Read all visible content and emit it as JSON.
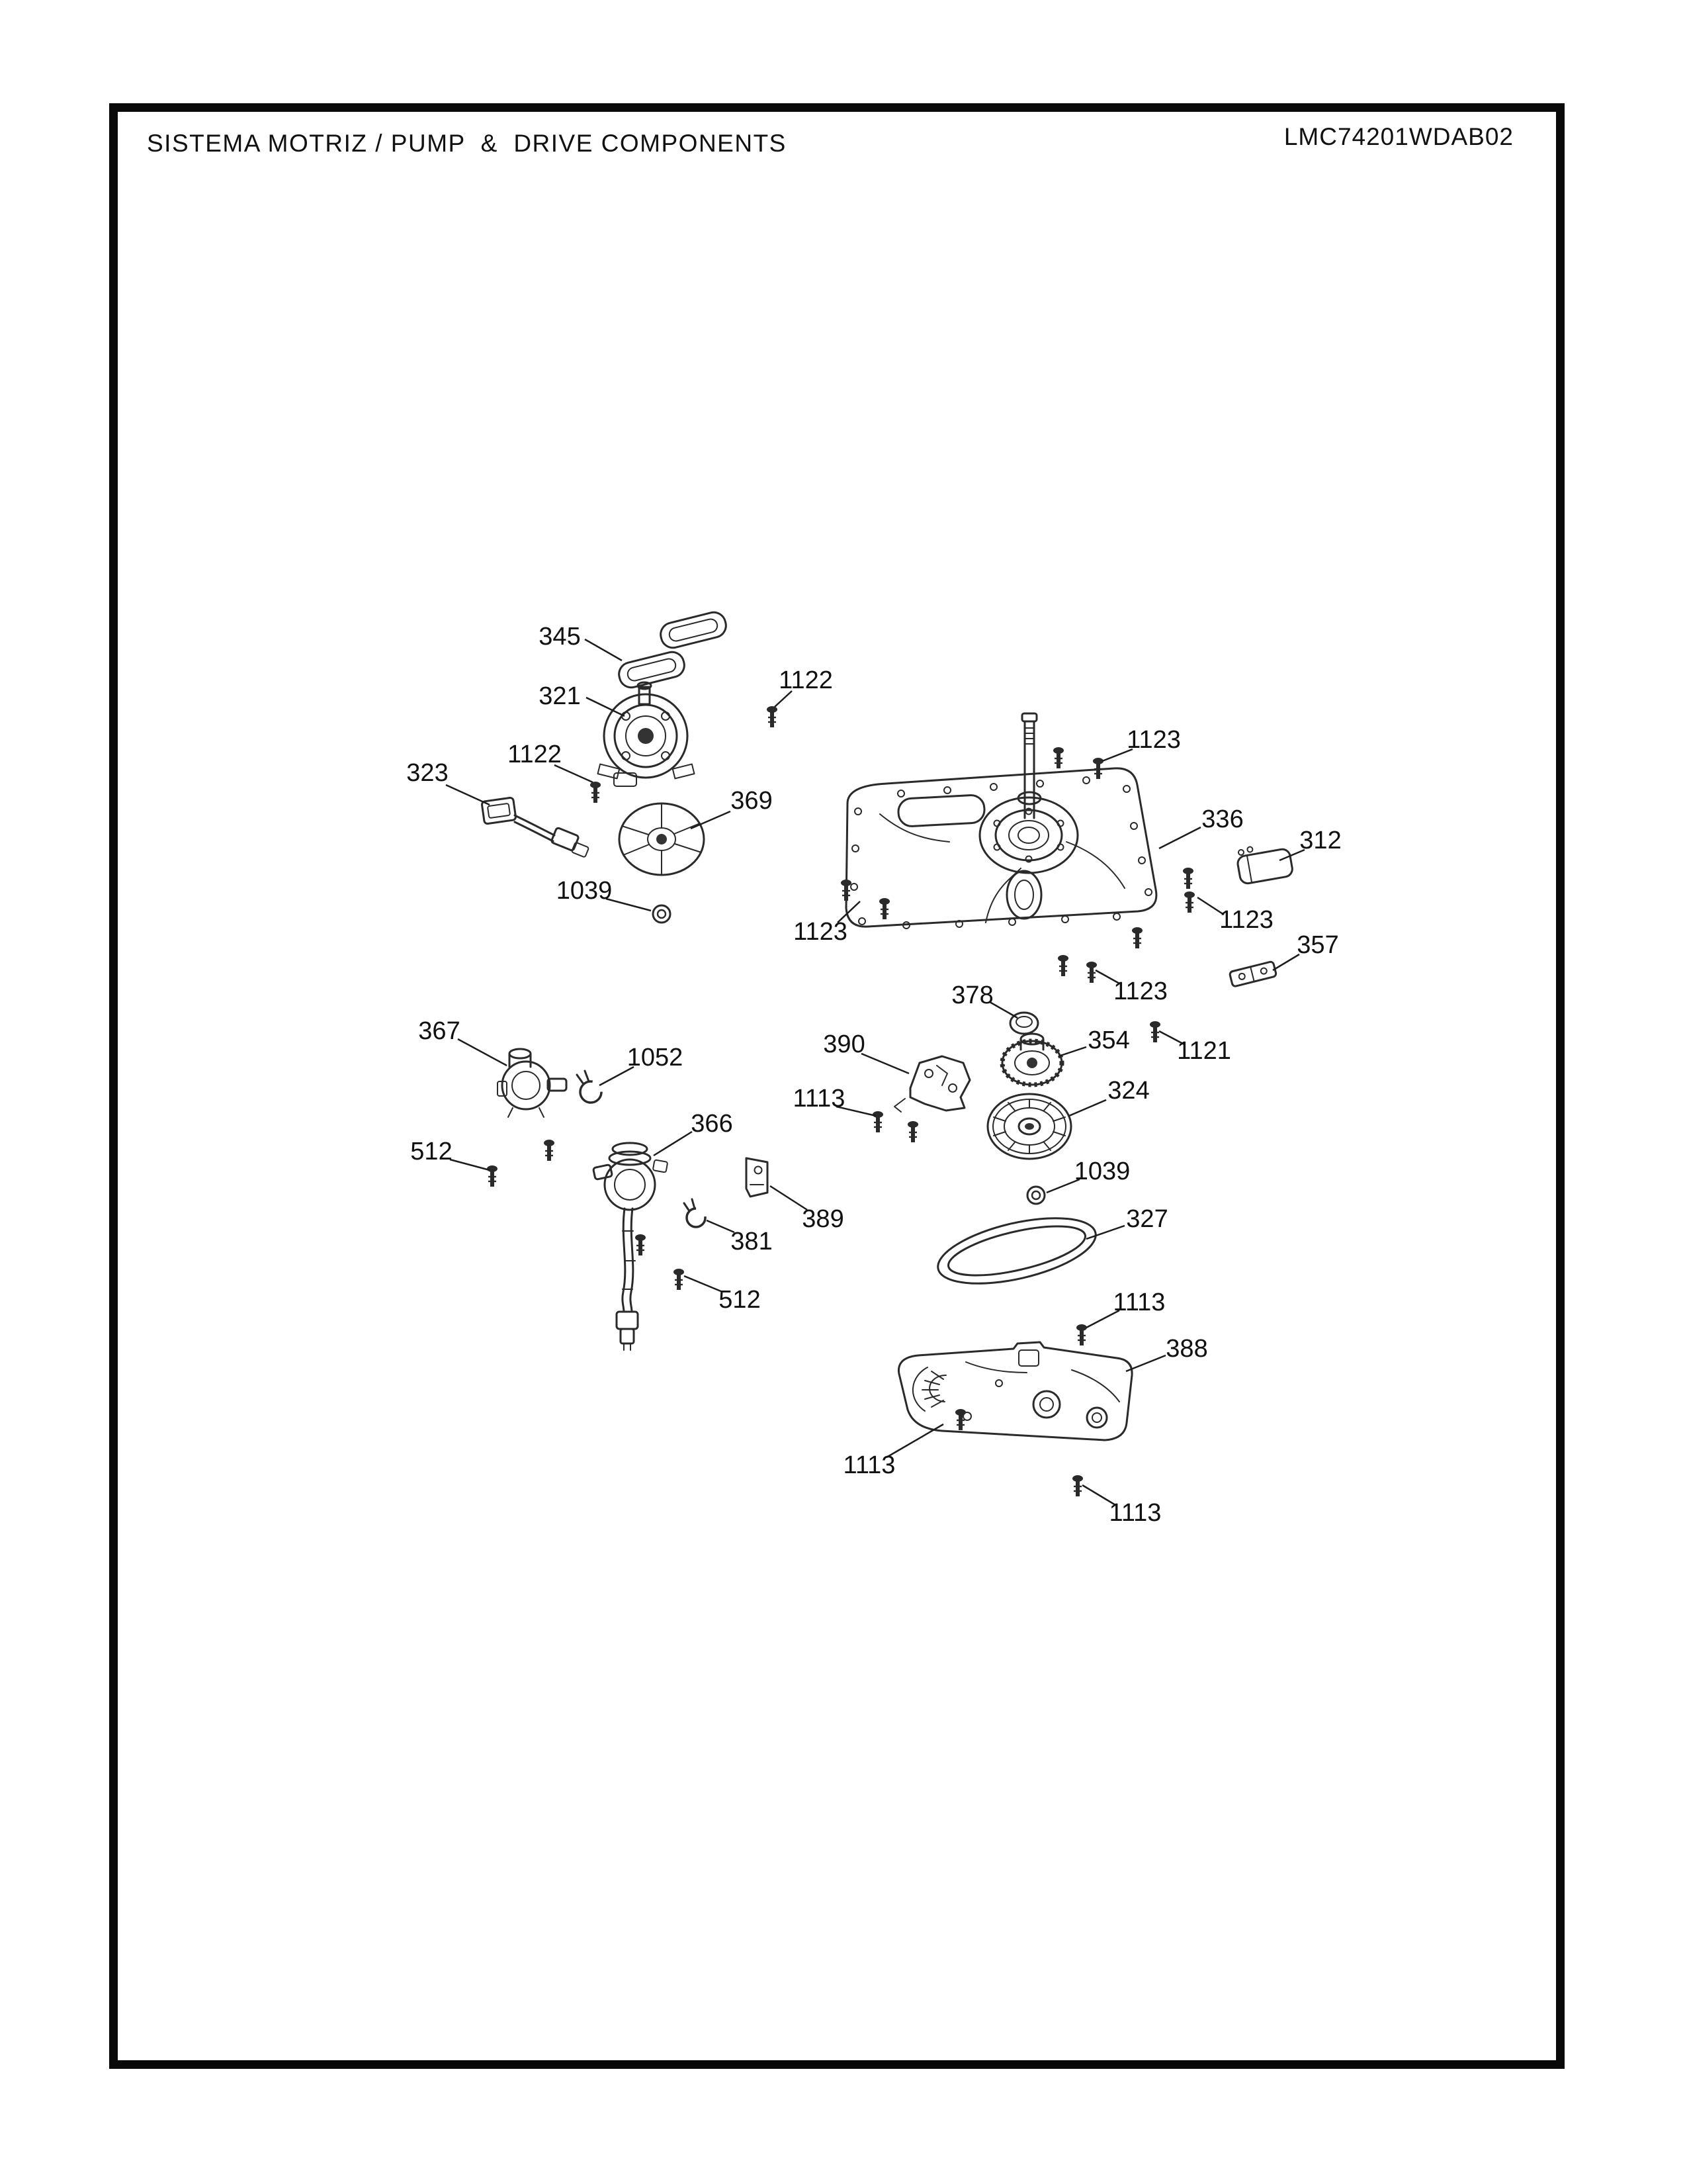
{
  "page": {
    "title": "SISTEMA MOTRIZ / PUMP  &  DRIVE COMPONENTS",
    "doc_number": "LMC74201WDAB02"
  },
  "diagram": {
    "type": "exploded-parts-diagram",
    "colors": {
      "line": "#2a2a2a",
      "background": "#ffffff",
      "border": "#0a0a0a"
    }
  },
  "callouts": [
    {
      "label": "345"
    },
    {
      "label": "321"
    },
    {
      "label": "1122"
    },
    {
      "label": "1122"
    },
    {
      "label": "323"
    },
    {
      "label": "369"
    },
    {
      "label": "1039"
    },
    {
      "label": "1123"
    },
    {
      "label": "336"
    },
    {
      "label": "312"
    },
    {
      "label": "1123"
    },
    {
      "label": "1123"
    },
    {
      "label": "357"
    },
    {
      "label": "1123"
    },
    {
      "label": "378"
    },
    {
      "label": "354"
    },
    {
      "label": "1121"
    },
    {
      "label": "367"
    },
    {
      "label": "1052"
    },
    {
      "label": "390"
    },
    {
      "label": "1113"
    },
    {
      "label": "324"
    },
    {
      "label": "512"
    },
    {
      "label": "366"
    },
    {
      "label": "1039"
    },
    {
      "label": "389"
    },
    {
      "label": "381"
    },
    {
      "label": "327"
    },
    {
      "label": "512"
    },
    {
      "label": "1113"
    },
    {
      "label": "388"
    },
    {
      "label": "1113"
    },
    {
      "label": "1113"
    }
  ]
}
